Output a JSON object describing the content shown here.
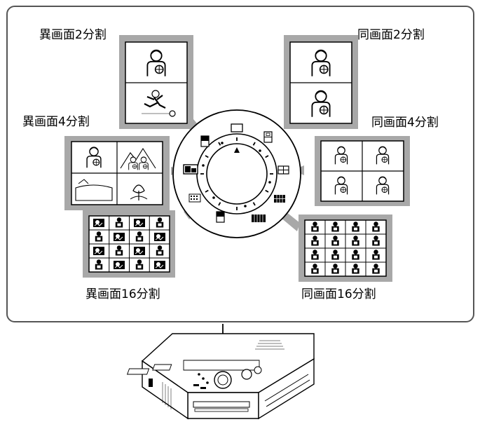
{
  "labels": {
    "ihm2": "異画面2分割",
    "dou2": "同画面2分割",
    "ihm4": "異画面4分割",
    "dou4": "同画面4分割",
    "ihm16": "異画面16分割",
    "dou16": "同画面16分割"
  }
}
